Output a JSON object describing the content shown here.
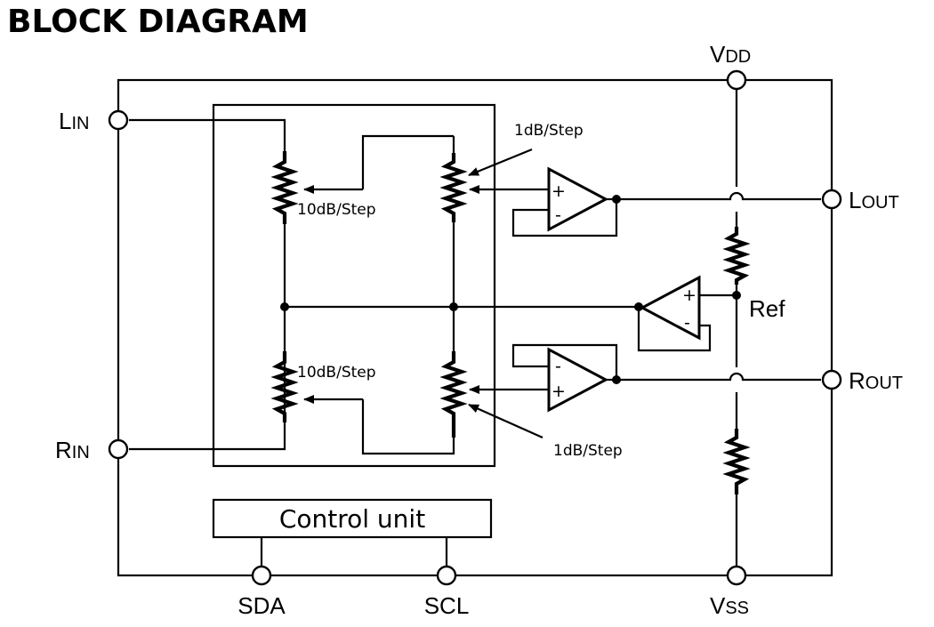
{
  "title": "BLOCK DIAGRAM",
  "pins": {
    "vdd": {
      "main": "V",
      "sub": "DD"
    },
    "vss": {
      "main": "V",
      "sub": "SS"
    },
    "lin": {
      "main": "L",
      "sub": "IN"
    },
    "rin": {
      "main": "R",
      "sub": "IN"
    },
    "lout": {
      "main": "L",
      "sub": "OUT"
    },
    "rout": {
      "main": "R",
      "sub": "OUT"
    },
    "sda": "SDA",
    "scl": "SCL"
  },
  "labels": {
    "coarse_step_top": "10dB/Step",
    "coarse_step_bottom": "10dB/Step",
    "fine_step_top": "1dB/Step",
    "fine_step_bottom": "1dB/Step",
    "ref": "Ref",
    "control_unit": "Control unit"
  },
  "opamp_signs": {
    "plus": "+",
    "minus": "-"
  }
}
